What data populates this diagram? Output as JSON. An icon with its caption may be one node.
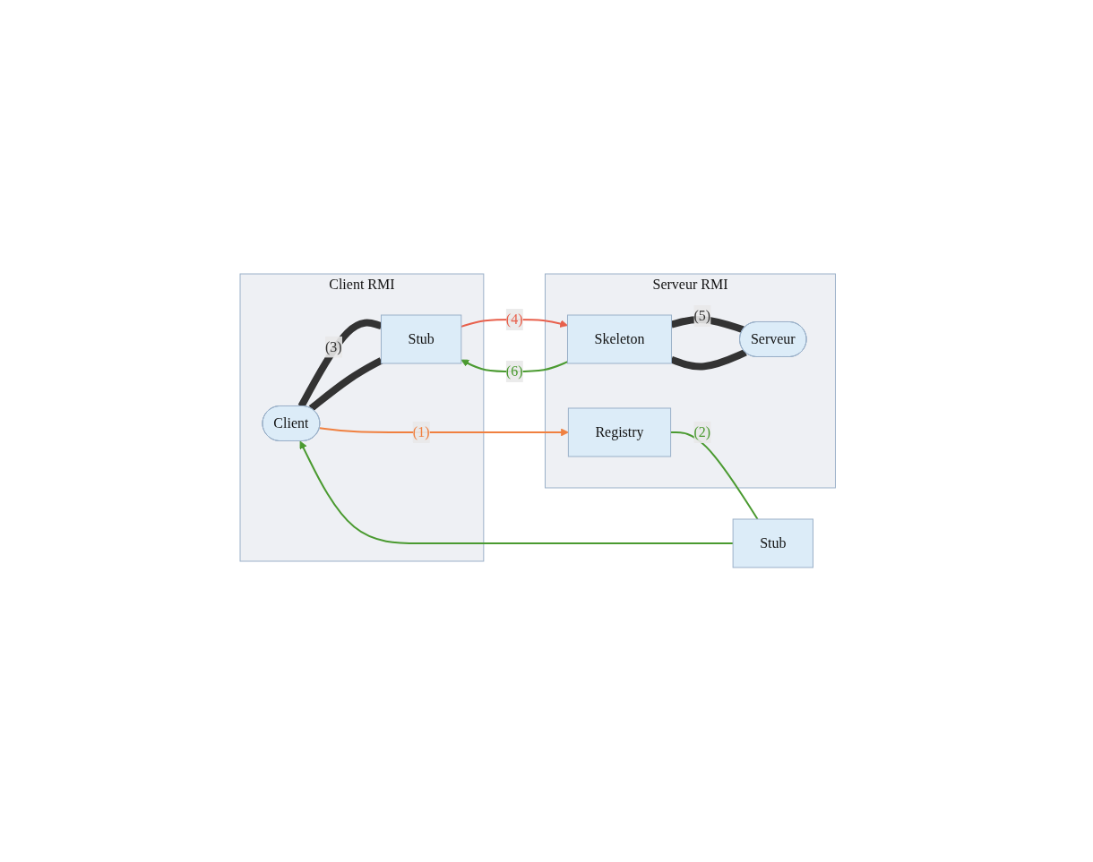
{
  "diagram": {
    "nodes": [
      {
        "text": [
          "Client RMI"
        ]
      },
      {
        "text": [
          "Client"
        ],
        "in": 0
      },
      {
        "text": [
          "Stub"
        ],
        "in": 0
      },
      {
        "text": [
          "Stub"
        ]
      },
      {
        "text": [
          "Serveur RMI"
        ]
      },
      {
        "text": [
          "Registry"
        ],
        "in": 4
      },
      {
        "text": [
          "Skeleton"
        ],
        "in": 4
      },
      {
        "text": [
          "Serveur"
        ],
        "in": 4
      }
    ],
    "edges": [
      {
        "from": 1,
        "to": 5,
        "arrow": "to",
        "label": "(1)",
        "color": "#f08040"
      },
      {
        "from": 5,
        "to": 3,
        "arrow": "none",
        "label": "(2)",
        "color": "#4a9a30"
      },
      {
        "from": 3,
        "to": 1,
        "arrow": "to",
        "color": "#4a9a30"
      },
      {
        "from": 1,
        "to": 2,
        "arrow": "none",
        "label": "(3)",
        "color": "#333333",
        "style": "thick"
      },
      {
        "from": 1,
        "to": 2,
        "arrow": "none",
        "color": "#333333",
        "style": "thick"
      },
      {
        "from": 2,
        "to": 6,
        "arrow": "to",
        "label": "(4)",
        "color": "#e8604c"
      },
      {
        "from": 6,
        "to": 7,
        "arrow": "none",
        "label": "(5)",
        "color": "#333333",
        "style": "thick"
      },
      {
        "from": 6,
        "to": 7,
        "arrow": "none",
        "color": "#333333",
        "style": "thick"
      },
      {
        "from": 6,
        "to": 2,
        "arrow": "to",
        "label": "(6)",
        "color": "#4a9a30"
      }
    ]
  }
}
